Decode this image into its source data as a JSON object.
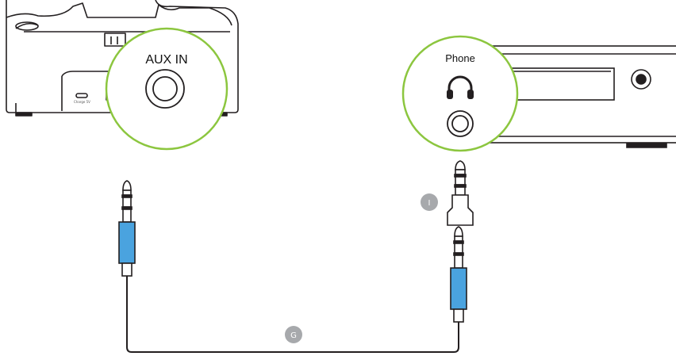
{
  "callouts": {
    "dock": {
      "label": "AUX IN"
    },
    "player": {
      "label": "Phone"
    }
  },
  "badges": {
    "cable": "G",
    "adapter": "I"
  },
  "dock": {
    "rear_port_text": "Charge 5V"
  },
  "colors": {
    "callout_ring": "#8cc63f",
    "plug_sleeve": "#4aa3df",
    "badge_fill": "#a7a9ac",
    "line": "#231f20"
  },
  "icons": [
    "headphones-icon"
  ]
}
